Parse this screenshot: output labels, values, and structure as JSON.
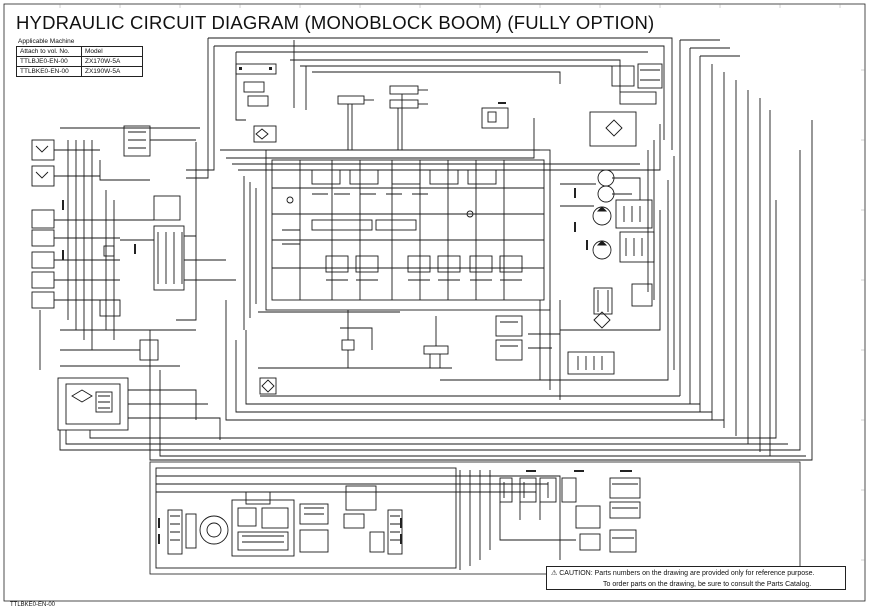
{
  "title": "HYDRAULIC CIRCUIT DIAGRAM (MONOBLOCK BOOM) (FULLY OPTION)",
  "applicable_machine": {
    "caption": "Applicable Machine",
    "headers": [
      "Attach to vol. No.",
      "Model"
    ],
    "rows": [
      [
        "TTLBJE0-EN-00",
        "ZX170W-5A"
      ],
      [
        "TTLBKE0-EN-00",
        "ZX190W-5A"
      ]
    ]
  },
  "caution": {
    "label": "CAUTION:",
    "line1": "Parts numbers on the drawing are provided only for reference purpose.",
    "line2": "To order parts on the drawing, be sure to consult the Parts Catalog."
  },
  "document_id": "TTLBKE0-EN-00",
  "colors": {
    "background": "#ffffff",
    "line": "#1a1a1a"
  }
}
